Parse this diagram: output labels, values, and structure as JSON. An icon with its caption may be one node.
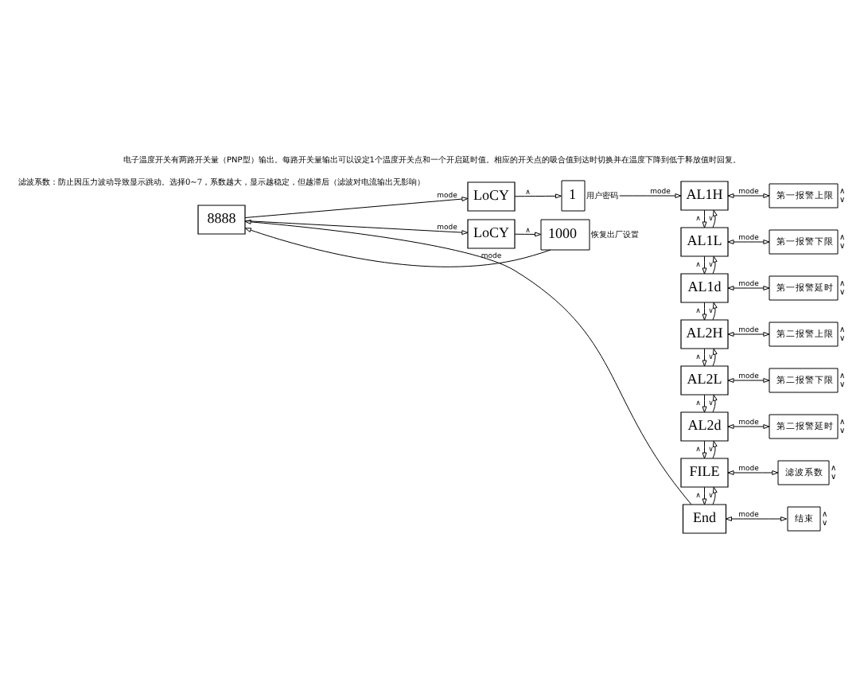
{
  "diagram": {
    "title": "电子温度开关有两路开关量（PNP型）输出。每路开关量输出可以设定1个温度开关点和一个开启延时值。相应的开关点的吸合值到达时切换并在温度下降到低于释放值时回复。",
    "nodes": [
      {
        "text": [
          "8888"
        ]
      },
      {
        "text": [
          "LoCY"
        ]
      },
      {
        "text": [
          "1"
        ],
        "beside": [
          "用户密码"
        ]
      },
      {
        "text": [
          "AL1H"
        ]
      },
      {
        "text": [
          "第一报警上限"
        ],
        "beside": [
          "∧",
          "∨"
        ]
      },
      {
        "text": [
          "AL1L"
        ]
      },
      {
        "text": [
          "第一报警下限"
        ],
        "beside": [
          "∧",
          "∨"
        ]
      },
      {
        "text": [
          "AL1d"
        ]
      },
      {
        "text": [
          "第一报警延时"
        ],
        "beside": [
          "∧",
          "∨"
        ]
      },
      {
        "text": [
          "AL2H"
        ]
      },
      {
        "text": [
          "第二报警上限"
        ],
        "beside": [
          "∧",
          "∨"
        ]
      },
      {
        "text": [
          "AL2L"
        ]
      },
      {
        "text": [
          "第二报警下限"
        ],
        "beside": [
          "∧",
          "∨"
        ]
      },
      {
        "text": [
          "AL2d"
        ]
      },
      {
        "text": [
          "第二报警延时"
        ],
        "beside": [
          "∧",
          "∨"
        ]
      },
      {
        "text": [
          "FILE"
        ]
      },
      {
        "text": [
          "滤波系数"
        ],
        "beside": [
          "∧",
          "∨"
        ]
      },
      {
        "text": [
          "End"
        ]
      },
      {
        "text": [
          "结束"
        ],
        "beside": [
          "∧",
          "∨"
        ]
      },
      {
        "text": [
          "LoCY"
        ]
      },
      {
        "text": [
          "1000"
        ],
        "beside": [
          "恢复出厂设置"
        ]
      }
    ],
    "edges": [
      {
        "from": 0,
        "to": 1,
        "arrow": "to",
        "label": "mode"
      },
      {
        "from": 1,
        "to": 2,
        "arrow": "to",
        "label": "∧"
      },
      {
        "from": 2,
        "to": 3,
        "arrow": "to",
        "label": "mode"
      },
      {
        "from": 3,
        "to": 4,
        "arrow": "both",
        "label": "mode"
      },
      {
        "from": 3,
        "to": 5,
        "arrow": "to",
        "label": "∧"
      },
      {
        "from": 5,
        "to": 3,
        "arrow": "to",
        "label": "∨"
      },
      {
        "from": 5,
        "to": 6,
        "arrow": "both",
        "label": "mode"
      },
      {
        "from": 5,
        "to": 7,
        "arrow": "to",
        "label": "∧"
      },
      {
        "from": 7,
        "to": 5,
        "arrow": "to",
        "label": "∨"
      },
      {
        "from": 7,
        "to": 8,
        "arrow": "both",
        "label": "mode"
      },
      {
        "from": 7,
        "to": 9,
        "arrow": "to",
        "label": "∧"
      },
      {
        "from": 9,
        "to": 7,
        "arrow": "to",
        "label": "∨"
      },
      {
        "from": 9,
        "to": 10,
        "arrow": "both",
        "label": "mode"
      },
      {
        "from": 9,
        "to": 11,
        "arrow": "to",
        "label": "∧"
      },
      {
        "from": 11,
        "to": 9,
        "arrow": "to",
        "label": "∨"
      },
      {
        "from": 11,
        "to": 12,
        "arrow": "both",
        "label": "mode"
      },
      {
        "from": 11,
        "to": 13,
        "arrow": "to",
        "label": "∧"
      },
      {
        "from": 13,
        "to": 11,
        "arrow": "to",
        "label": "∨"
      },
      {
        "from": 13,
        "to": 14,
        "arrow": "both",
        "label": "mode"
      },
      {
        "from": 13,
        "to": 15,
        "arrow": "to",
        "label": "∧"
      },
      {
        "from": 15,
        "to": 13,
        "arrow": "to",
        "label": "∨"
      },
      {
        "from": 15,
        "to": 16,
        "arrow": "both",
        "label": "mode"
      },
      {
        "from": 15,
        "to": 17,
        "arrow": "to",
        "label": "∧"
      },
      {
        "from": 17,
        "to": 15,
        "arrow": "to",
        "label": "∨"
      },
      {
        "from": 17,
        "to": 18,
        "arrow": "both",
        "label": "mode"
      },
      {
        "from": 0,
        "to": 19,
        "arrow": "to",
        "label": "mode"
      },
      {
        "from": 19,
        "to": 20,
        "arrow": "to",
        "label": "∧"
      },
      {
        "from": 20,
        "to": 0,
        "arrow": "to",
        "label": "mode"
      },
      {
        "from": 17,
        "to": 0,
        "arrow": "to"
      }
    ],
    "labels": [
      "滤波系数：防止因压力波动导致显示跳动。选择0~7，系数越大，显示越稳定，但越滞后（滤波对电流输出无影响）"
    ]
  }
}
